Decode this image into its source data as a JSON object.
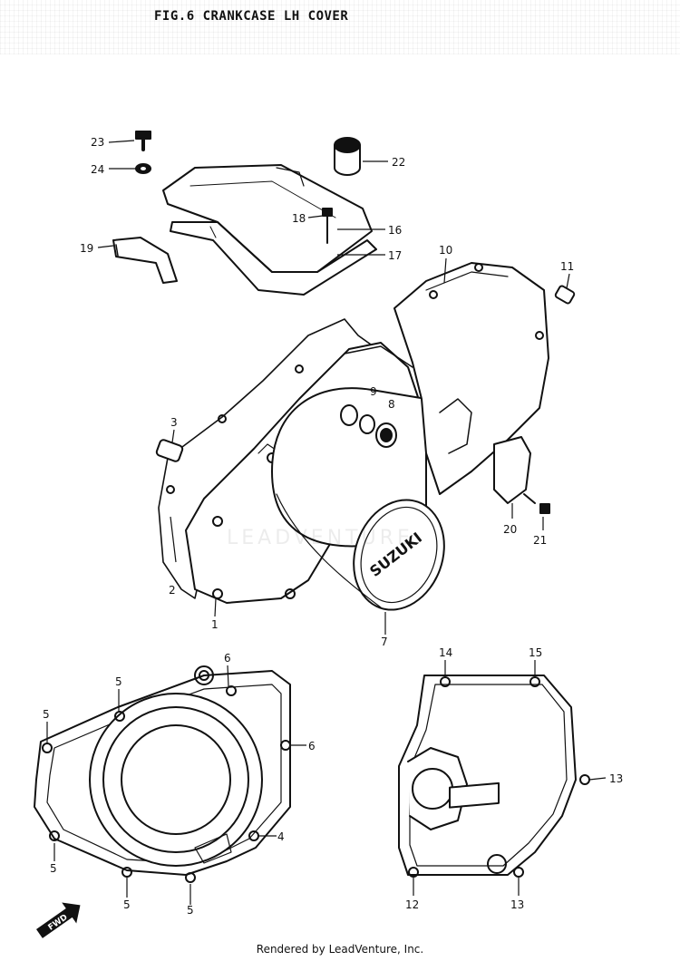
{
  "title": "FIG.6  CRANKCASE LH COVER",
  "watermark": "LEADVENTURE",
  "footer": "Rendered by LeadVenture, Inc.",
  "cover_lettering": "SUZUKI",
  "fwd_label": "FWD",
  "callouts": [
    {
      "id": "c23",
      "text": "23"
    },
    {
      "id": "c24",
      "text": "24"
    },
    {
      "id": "c22",
      "text": "22"
    },
    {
      "id": "c18",
      "text": "18"
    },
    {
      "id": "c16",
      "text": "16"
    },
    {
      "id": "c17",
      "text": "17"
    },
    {
      "id": "c19",
      "text": "19"
    },
    {
      "id": "c10",
      "text": "10"
    },
    {
      "id": "c11",
      "text": "11"
    },
    {
      "id": "c9",
      "text": "9"
    },
    {
      "id": "c8",
      "text": "8"
    },
    {
      "id": "c3",
      "text": "3"
    },
    {
      "id": "c2",
      "text": "2"
    },
    {
      "id": "c1",
      "text": "1"
    },
    {
      "id": "c7",
      "text": "7"
    },
    {
      "id": "c20",
      "text": "20"
    },
    {
      "id": "c21",
      "text": "21"
    },
    {
      "id": "c6a",
      "text": "6"
    },
    {
      "id": "c5a",
      "text": "5"
    },
    {
      "id": "c5b",
      "text": "5"
    },
    {
      "id": "c6b",
      "text": "6"
    },
    {
      "id": "c4",
      "text": "4"
    },
    {
      "id": "c5c",
      "text": "5"
    },
    {
      "id": "c5d",
      "text": "5"
    },
    {
      "id": "c5e",
      "text": "5"
    },
    {
      "id": "c14",
      "text": "14"
    },
    {
      "id": "c15",
      "text": "15"
    },
    {
      "id": "c13a",
      "text": "13"
    },
    {
      "id": "c12",
      "text": "12"
    },
    {
      "id": "c13b",
      "text": "13"
    }
  ]
}
